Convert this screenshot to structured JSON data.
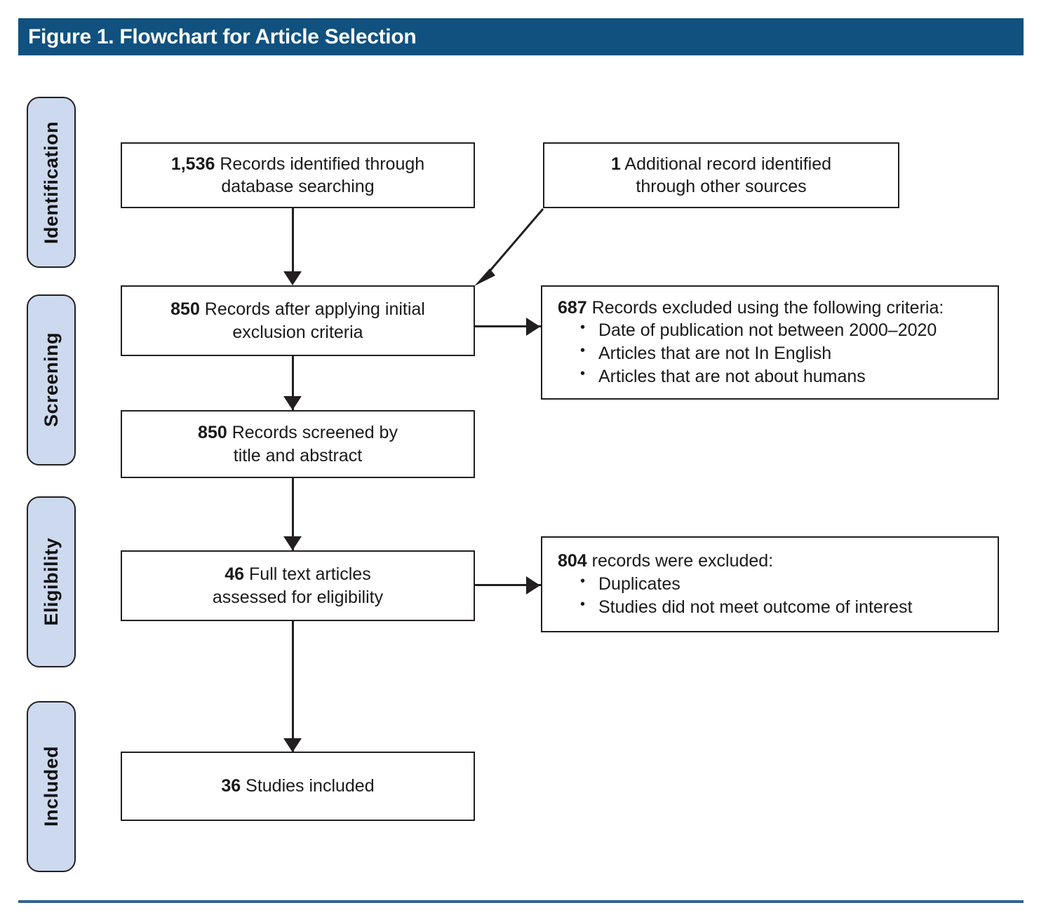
{
  "figure": {
    "title": "Figure 1. Flowchart for Article Selection",
    "header_bg": "#10517f",
    "header_text_color": "#ffffff",
    "rule_color": "#2f6390",
    "pill_bg": "#ccd9ef",
    "line_color": "#231f20"
  },
  "stages": [
    {
      "label": "Identification"
    },
    {
      "label": "Screening"
    },
    {
      "label": "Eligibility"
    },
    {
      "label": "Included"
    }
  ],
  "boxes": {
    "records_identified": {
      "number": "1,536",
      "line1_rest": " Records identified through",
      "line2": "database searching"
    },
    "additional_record": {
      "number": "1",
      "line1_rest": " Additional record identified",
      "line2": "through other sources"
    },
    "after_initial_exclusion": {
      "number": "850",
      "line1_rest": " Records after applying initial",
      "line2": "exclusion criteria"
    },
    "records_excluded_criteria": {
      "number": "687",
      "heading_rest": " Records excluded using the following criteria:",
      "bullets": [
        "Date of publication not between 2000–2020",
        "Articles that are not In English",
        "Articles that are not about humans"
      ]
    },
    "records_screened": {
      "number": "850",
      "line1_rest": " Records screened by",
      "line2": "title and abstract"
    },
    "full_text_assessed": {
      "number": "46",
      "line1_rest": " Full text articles",
      "line2": "assessed for eligibility"
    },
    "records_excluded_second": {
      "number": "804",
      "heading_rest": " records were excluded:",
      "bullets": [
        "Duplicates",
        "Studies did not meet outcome of interest"
      ]
    },
    "studies_included": {
      "number": "36",
      "line1_rest": " Studies included",
      "line2": ""
    }
  },
  "chart_data": {
    "type": "diagram",
    "title": "Figure 1. Flowchart for Article Selection",
    "diagram_kind": "PRISMA flow diagram",
    "stages": [
      "Identification",
      "Screening",
      "Eligibility",
      "Included"
    ],
    "nodes": [
      {
        "id": "records_identified",
        "stage": "Identification",
        "count": 1536,
        "label": "Records identified through database searching"
      },
      {
        "id": "additional_record",
        "stage": "Identification",
        "count": 1,
        "label": "Additional record identified through other sources"
      },
      {
        "id": "after_initial_exclusion",
        "stage": "Screening",
        "count": 850,
        "label": "Records after applying initial exclusion criteria"
      },
      {
        "id": "records_excluded_criteria",
        "stage": "Screening",
        "count": 687,
        "label": "Records excluded using the following criteria",
        "reasons": [
          "Date of publication not between 2000–2020",
          "Articles that are not In English",
          "Articles that are not about humans"
        ]
      },
      {
        "id": "records_screened",
        "stage": "Screening",
        "count": 850,
        "label": "Records screened by title and abstract"
      },
      {
        "id": "full_text_assessed",
        "stage": "Eligibility",
        "count": 46,
        "label": "Full text articles assessed for eligibility"
      },
      {
        "id": "records_excluded_second",
        "stage": "Eligibility",
        "count": 804,
        "label": "records were excluded",
        "reasons": [
          "Duplicates",
          "Studies did not meet outcome of interest"
        ]
      },
      {
        "id": "studies_included",
        "stage": "Included",
        "count": 36,
        "label": "Studies included"
      }
    ],
    "edges": [
      {
        "from": "records_identified",
        "to": "after_initial_exclusion",
        "type": "vertical-arrow"
      },
      {
        "from": "additional_record",
        "to": "after_initial_exclusion",
        "type": "diagonal-arrow"
      },
      {
        "from": "after_initial_exclusion",
        "to": "records_excluded_criteria",
        "type": "horizontal-arrow"
      },
      {
        "from": "after_initial_exclusion",
        "to": "records_screened",
        "type": "vertical-arrow"
      },
      {
        "from": "records_screened",
        "to": "full_text_assessed",
        "type": "vertical-arrow"
      },
      {
        "from": "full_text_assessed",
        "to": "records_excluded_second",
        "type": "horizontal-arrow"
      },
      {
        "from": "full_text_assessed",
        "to": "studies_included",
        "type": "vertical-arrow"
      }
    ]
  }
}
